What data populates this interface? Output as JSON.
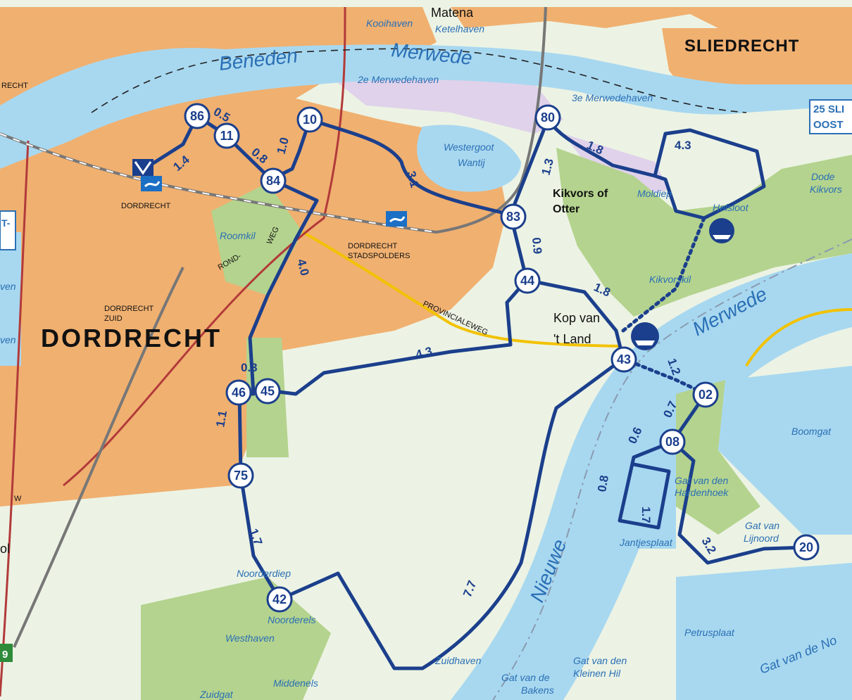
{
  "places": {
    "dordrecht": "DORDRECHT",
    "sliedrecht": "SLIEDRECHT",
    "matena": "Matena",
    "kop_van_t_land_1": "Kop van",
    "kop_van_t_land_2": "'t Land",
    "dordrecht_station": "DORDRECHT",
    "dordrecht_zuid_1": "DORDRECHT",
    "dordrecht_zuid_2": "ZUID",
    "stadspolders_1": "DORDRECHT",
    "stadspolders_2": "STADSPOLDERS",
    "provincialeweg": "PROVINCIALEWEG",
    "rond": "ROND-",
    "weg": "WEG",
    "edge_w": "W",
    "edge_recht": "RECHT",
    "edge_ven_1": "ven",
    "edge_ven_2": "ven",
    "edge_ol": "ol"
  },
  "nature": {
    "kikvors_1": "Kikvors of",
    "kikvors_2": "Otter"
  },
  "water": {
    "beneden": "Beneden",
    "merwede_top": "Merwede",
    "merwede_right": "Merwede",
    "nieuwe": "Nieuwe",
    "kooihaven": "Kooihaven",
    "ketelhaven": "Ketelhaven",
    "merwedehaven_2e": "2e Merwedehaven",
    "merwedehaven_3e": "3e Merwedehaven",
    "westergoot": "Westergoot",
    "wantij": "Wantij",
    "moldiep": "Moldiep",
    "helsloot": "Helsloot",
    "kikvorskil": "Kikvorskil",
    "dode_kikvors_1": "Dode",
    "dode_kikvors_2": "Kikvors",
    "roomkil": "Roomkil",
    "boomgat": "Boomgat",
    "gat_hardenhoek_1": "Gat van den",
    "gat_hardenhoek_2": "Hardenhoek",
    "gat_lijnoord_1": "Gat van",
    "gat_lijnoord_2": "Lijnoord",
    "jantjesplaat": "Jantjesplaat",
    "petrusplaat": "Petrusplaat",
    "gat_van_de_no": "Gat van de No",
    "noorderdiep": "Noorderdiep",
    "noorderels": "Noorderels",
    "westhaven": "Westhaven",
    "zuidhaven": "Zuidhaven",
    "middenels": "Middenels",
    "zuidgat": "Zuidgat",
    "gat_bakens_1": "Gat van de",
    "gat_bakens_2": "Bakens",
    "gat_kleinen_hil_1": "Gat van den",
    "gat_kleinen_hil_2": "Kleinen Hil"
  },
  "nodes": [
    {
      "id": "86"
    },
    {
      "id": "11"
    },
    {
      "id": "10"
    },
    {
      "id": "84"
    },
    {
      "id": "80"
    },
    {
      "id": "83"
    },
    {
      "id": "44"
    },
    {
      "id": "43"
    },
    {
      "id": "02"
    },
    {
      "id": "08"
    },
    {
      "id": "20"
    },
    {
      "id": "45"
    },
    {
      "id": "46"
    },
    {
      "id": "75"
    },
    {
      "id": "42"
    }
  ],
  "distances": {
    "d86_11": "0.5",
    "d86_s": "1.4",
    "d11_84": "0.8",
    "d10_84": "1.0",
    "d10_83": "3.1",
    "d80_83": "1.3",
    "d80_moldiep": "1.8",
    "loop_43": "4.3",
    "d83_44": "0.9",
    "d44_43": "1.8",
    "d84_45": "4.0",
    "d44_45": "4.3",
    "d45_46": "0.3",
    "d43_02": "1.2",
    "d02_08": "0.7",
    "d08_west": "0.6",
    "loop_w": "0.8",
    "loop_in": "1.7",
    "d08_20": "3.2",
    "d46_75": "1.1",
    "d75_42": "1.7",
    "d43_42": "7.7"
  },
  "signs": {
    "sign1": "25 SLI",
    "sign2": "OOST",
    "station_small": "T-",
    "green_road": "9"
  },
  "colors": {
    "route": "#1b3f8c",
    "urban": "#f0b070",
    "water": "#a8d8f0",
    "polder": "#ecf3e4",
    "nature": "#b4d38e",
    "industry": "#e0d2ea"
  }
}
